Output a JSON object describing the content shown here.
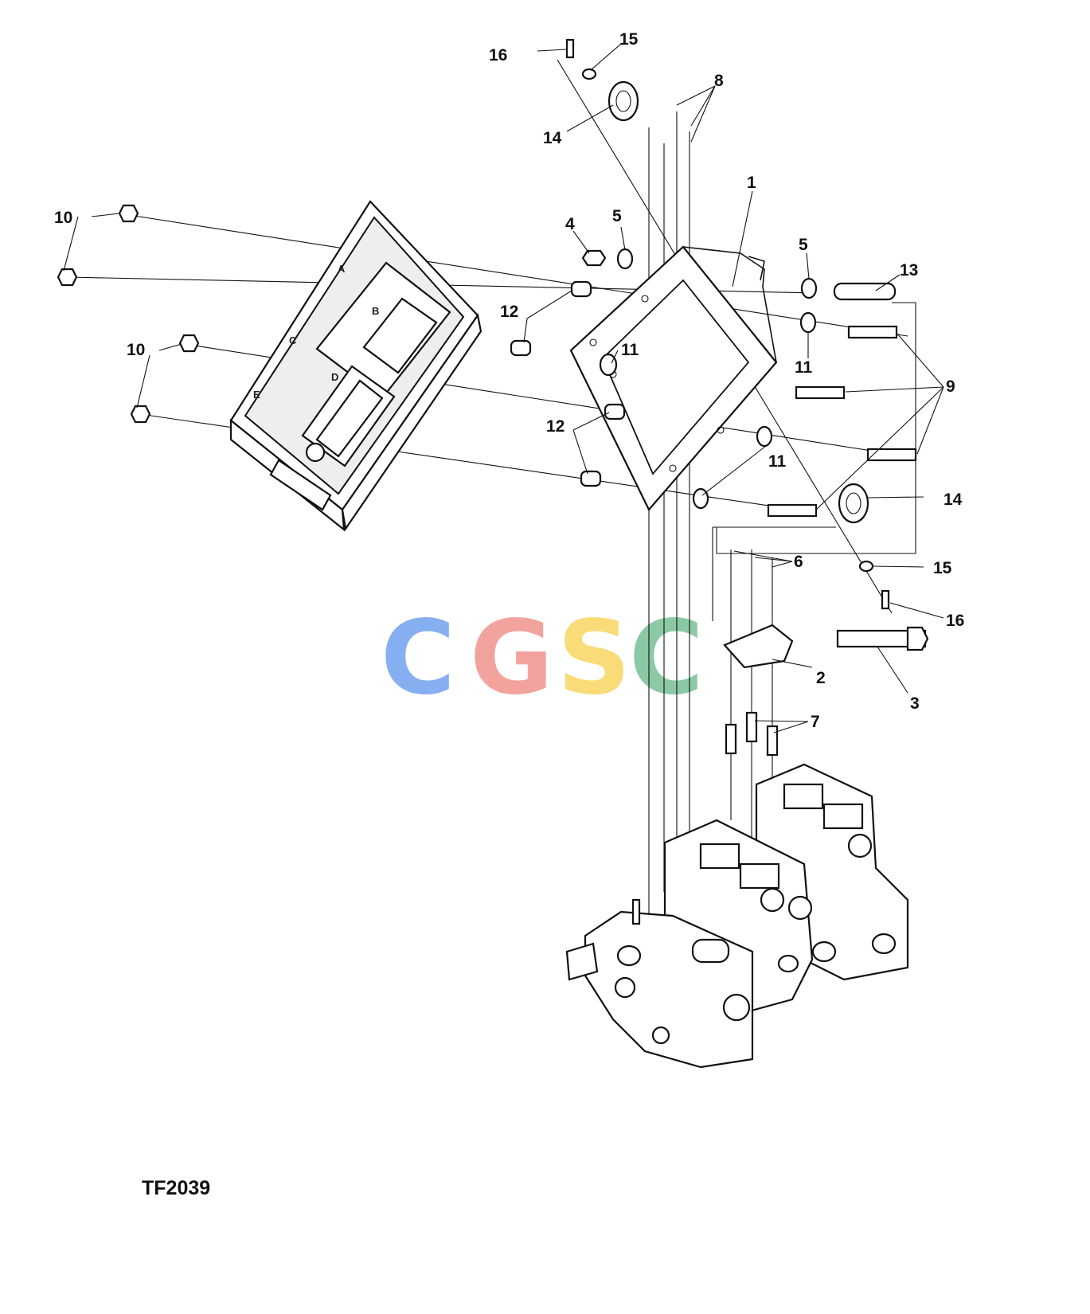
{
  "figure_id": "TF2039",
  "watermark": {
    "letters": [
      "C",
      "G",
      "S",
      "C"
    ],
    "colors": [
      "#7aa7f0",
      "#f29a94",
      "#f9d86a",
      "#7ec49b"
    ]
  },
  "connector_letters": [
    "A",
    "B",
    "C",
    "D",
    "E"
  ],
  "callouts": [
    {
      "id": "c1",
      "label": "1"
    },
    {
      "id": "c2",
      "label": "2"
    },
    {
      "id": "c3",
      "label": "3"
    },
    {
      "id": "c4",
      "label": "4"
    },
    {
      "id": "c5a",
      "label": "5"
    },
    {
      "id": "c5b",
      "label": "5"
    },
    {
      "id": "c6",
      "label": "6"
    },
    {
      "id": "c7",
      "label": "7"
    },
    {
      "id": "c8",
      "label": "8"
    },
    {
      "id": "c9",
      "label": "9"
    },
    {
      "id": "c10a",
      "label": "10"
    },
    {
      "id": "c10b",
      "label": "10"
    },
    {
      "id": "c11a",
      "label": "11"
    },
    {
      "id": "c11b",
      "label": "11"
    },
    {
      "id": "c11c",
      "label": "11"
    },
    {
      "id": "c12a",
      "label": "12"
    },
    {
      "id": "c12b",
      "label": "12"
    },
    {
      "id": "c13",
      "label": "13"
    },
    {
      "id": "c14a",
      "label": "14"
    },
    {
      "id": "c14b",
      "label": "14"
    },
    {
      "id": "c15a",
      "label": "15"
    },
    {
      "id": "c15b",
      "label": "15"
    },
    {
      "id": "c16a",
      "label": "16"
    },
    {
      "id": "c16b",
      "label": "16"
    }
  ]
}
